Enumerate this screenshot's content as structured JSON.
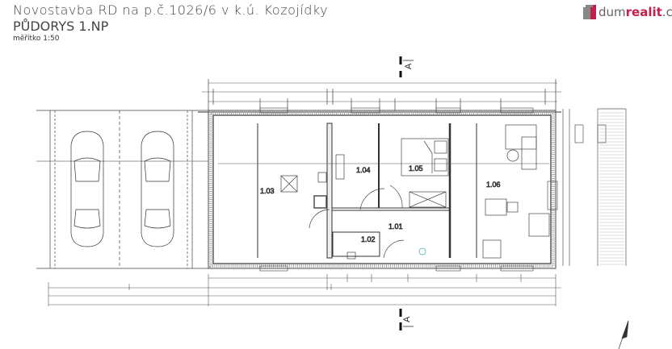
{
  "title": "Novostavba RD na p.č.1026/6 v k.ú. Kozojídky",
  "subtitle": "PŮDORYS 1.NP",
  "scale": "měřítko 1:50",
  "logo": {
    "part1": "dum",
    "part2": "realit",
    "part3": ".cz",
    "accent": "#c41e4a",
    "gray": "#666666"
  },
  "rooms": [
    "1.01",
    "1.02",
    "1.03",
    "1.04",
    "1.05",
    "1.06"
  ],
  "section_marker": "A"
}
